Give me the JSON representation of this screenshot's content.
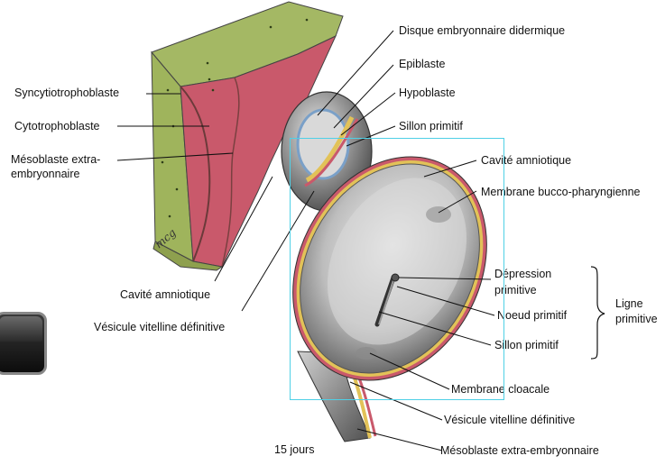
{
  "labels": {
    "syncytio": "Syncytiotrophoblaste",
    "cyto": "Cytotrophoblaste",
    "mesoblaste_left_1": "Mésoblaste extra-",
    "mesoblaste_left_2": "embryonnaire",
    "cavite_left": "Cavité amniotique",
    "vesicule_left": "Vésicule vitelline définitive",
    "disque": "Disque embryonnaire  didermique",
    "epiblaste": "Epiblaste",
    "hypoblaste": "Hypoblaste",
    "sillon_top": "Sillon primitif",
    "cavite_right": "Cavité amniotique",
    "membrane_bucco": "Membrane bucco-pharyngienne",
    "depression_1": "Dépression",
    "depression_2": "primitive",
    "noeud": "Noeud primitif",
    "sillon_right": "Sillon primitif",
    "ligne_1": "Ligne",
    "ligne_2": "primitive",
    "membrane_cloacale": "Membrane cloacale",
    "vesicule_bottom": "Vésicule vitelline définitive",
    "mesoblaste_bottom": "Mésoblaste extra-embryonnaire",
    "age": "15 jours",
    "signature": "mcg"
  },
  "colors": {
    "syncytio_green": "#a4b864",
    "mesoblast_red": "#c9596b",
    "disc_yellow": "#e2c258",
    "epi_blue": "#7aa0c8",
    "grey_surface": "#c8c8c8",
    "selection_cyan": "#4fd0e6"
  }
}
